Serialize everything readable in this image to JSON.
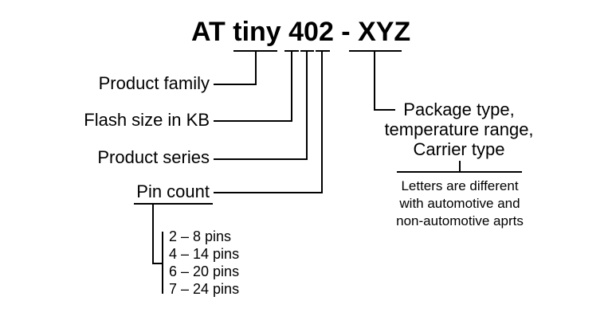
{
  "title": {
    "text": "AT tiny 402 - XYZ"
  },
  "left_labels": {
    "product_family": "Product family",
    "flash_size": "Flash size in KB",
    "product_series": "Product series",
    "pin_count": "Pin count"
  },
  "pin_count_legend": {
    "items": [
      "2 – 8 pins",
      "4 – 14 pins",
      "6 – 20 pins",
      "7 – 24 pins"
    ]
  },
  "package_block": {
    "lines": [
      "Package type,",
      "temperature range,",
      "Carrier type"
    ],
    "note_lines": [
      "Letters are different",
      "with automotive and",
      "non-automotive aprts"
    ]
  },
  "colors": {
    "line": "#000000",
    "text": "#000000",
    "background": "#ffffff"
  }
}
